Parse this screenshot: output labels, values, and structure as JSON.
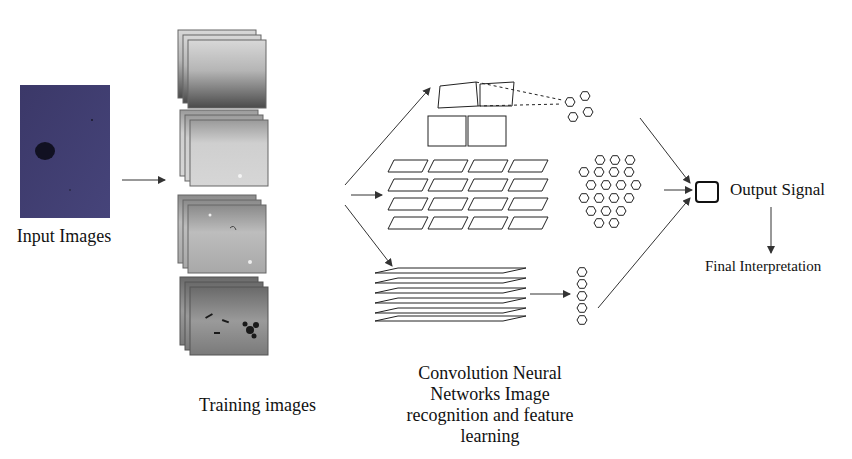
{
  "diagram": {
    "nodes": [
      {
        "text": [
          "Input Images"
        ]
      },
      {
        "text": [
          "Training images"
        ]
      },
      {
        "text": [
          "Convolution Neural Networks Image recognition and feature learning"
        ]
      },
      {
        "text": [
          "Output Signal"
        ]
      },
      {
        "text": [
          "Final Interpretation"
        ]
      }
    ],
    "edges": [
      {
        "from": 0,
        "to": 1,
        "arrow": "to"
      },
      {
        "from": 1,
        "to": 2,
        "arrow": "to"
      },
      {
        "from": 2,
        "to": 3,
        "arrow": "to"
      },
      {
        "from": 3,
        "to": 4,
        "arrow": "to"
      }
    ]
  }
}
